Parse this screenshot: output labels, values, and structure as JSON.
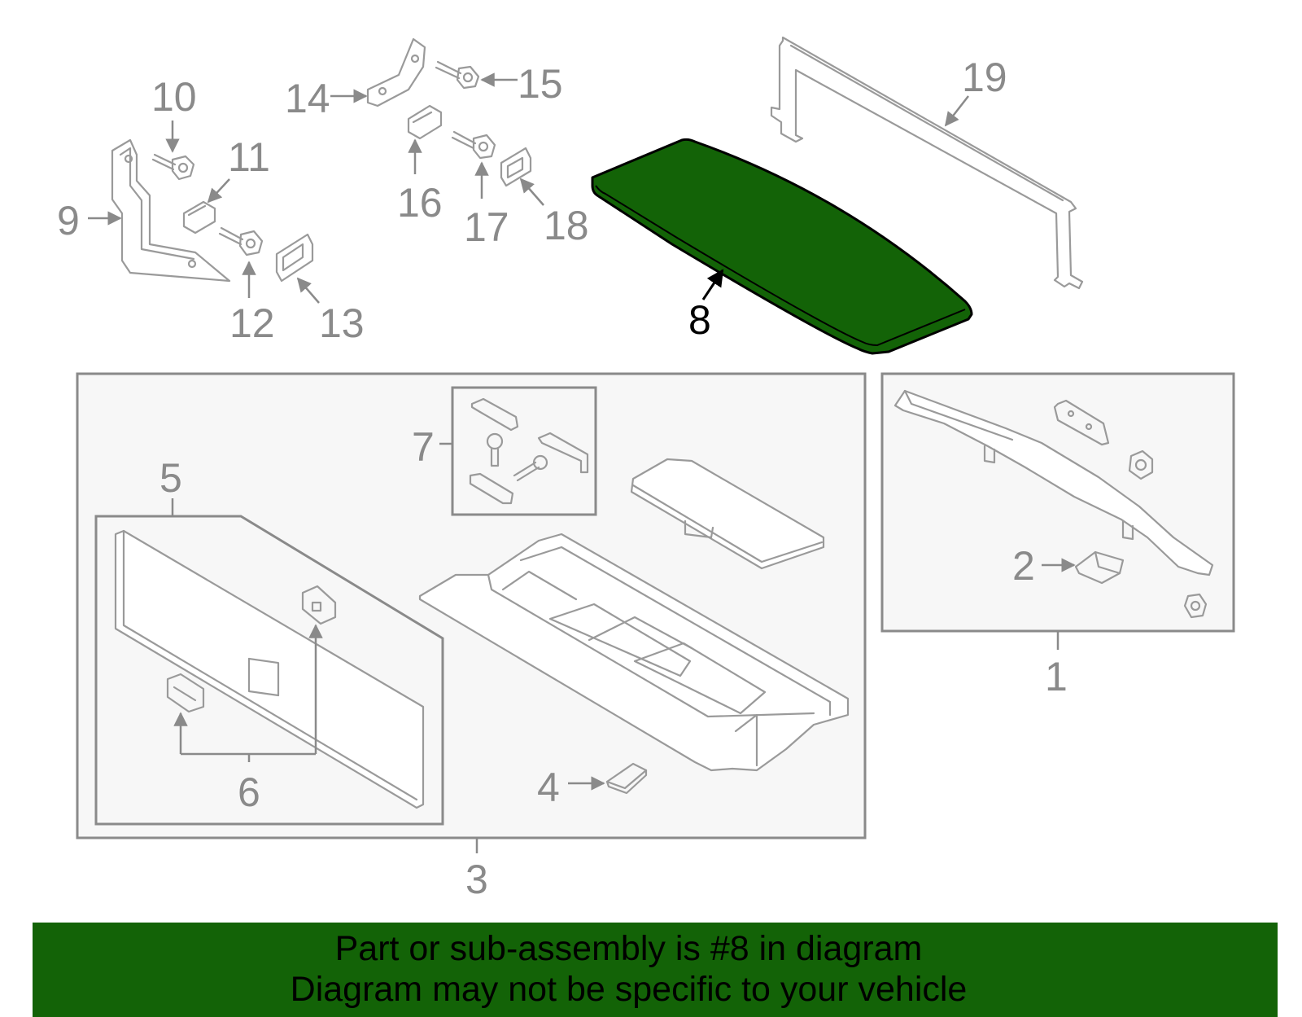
{
  "colors": {
    "highlight_fill": "#136307",
    "banner_bg": "#136307",
    "line_gray": "#8a8a8a",
    "highlight_label": "#000000"
  },
  "callouts": {
    "c1": "1",
    "c2": "2",
    "c3": "3",
    "c4": "4",
    "c5": "5",
    "c6": "6",
    "c7": "7",
    "c8": "8",
    "c9": "9",
    "c10": "10",
    "c11": "11",
    "c12": "12",
    "c13": "13",
    "c14": "14",
    "c15": "15",
    "c16": "16",
    "c17": "17",
    "c18": "18",
    "c19": "19"
  },
  "highlighted_part": "8",
  "banner": {
    "line1": "Part or sub-assembly is #8 in diagram",
    "line2": "Diagram may not be specific to your vehicle"
  }
}
